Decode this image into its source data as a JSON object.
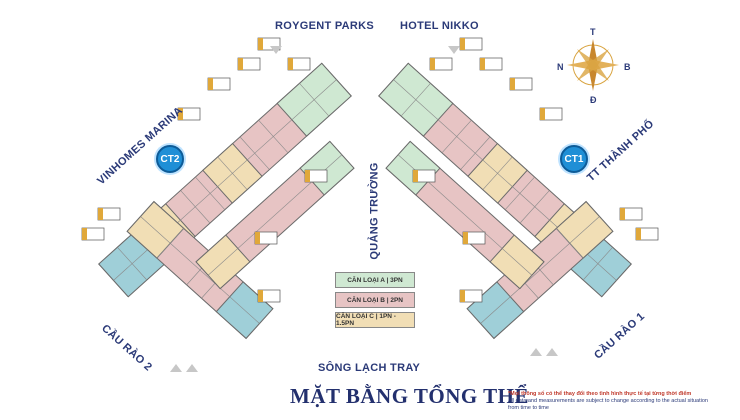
{
  "labels": {
    "roygent": "ROYGENT PARKS",
    "nikko": "HOTEL NIKKO",
    "marina": "VINHOMES MARINA",
    "ttthanhpho": "TT THÀNH PHỐ",
    "quangtruong": "QUẢNG TRƯỜNG",
    "caurao2": "CẦU RÀO 2",
    "caurao1": "CẦU RÀO 1",
    "songlach": "SÔNG LẠCH TRAY"
  },
  "towers": {
    "left": "CT2",
    "right": "CT1"
  },
  "legend": [
    {
      "text": "CĂN LOẠI A | 3PN",
      "color": "#cfe8d2"
    },
    {
      "text": "CĂN LOẠI B | 2PN",
      "color": "#e7c4c4"
    },
    {
      "text": "CĂN LOẠI C | 1PN - 1.5PN",
      "color": "#f1deb5"
    }
  ],
  "compass": {
    "n": "N",
    "t": "T",
    "b": "B",
    "d": "Đ"
  },
  "title": "MẶT BẰNG TỔNG THỂ",
  "note": {
    "line1": "*Mọi thông số có thể thay đổi theo tình hình thực tế tại từng thời điểm",
    "line2": "All data and measurements are subject to change according to the actual situation from time to time"
  },
  "colors": {
    "typeA": "#cfe8d2",
    "typeB": "#e7c4c4",
    "typeC": "#f1deb5",
    "core": "#9fcfd8",
    "accent": "#1f8fd6",
    "text": "#2b3a78"
  }
}
